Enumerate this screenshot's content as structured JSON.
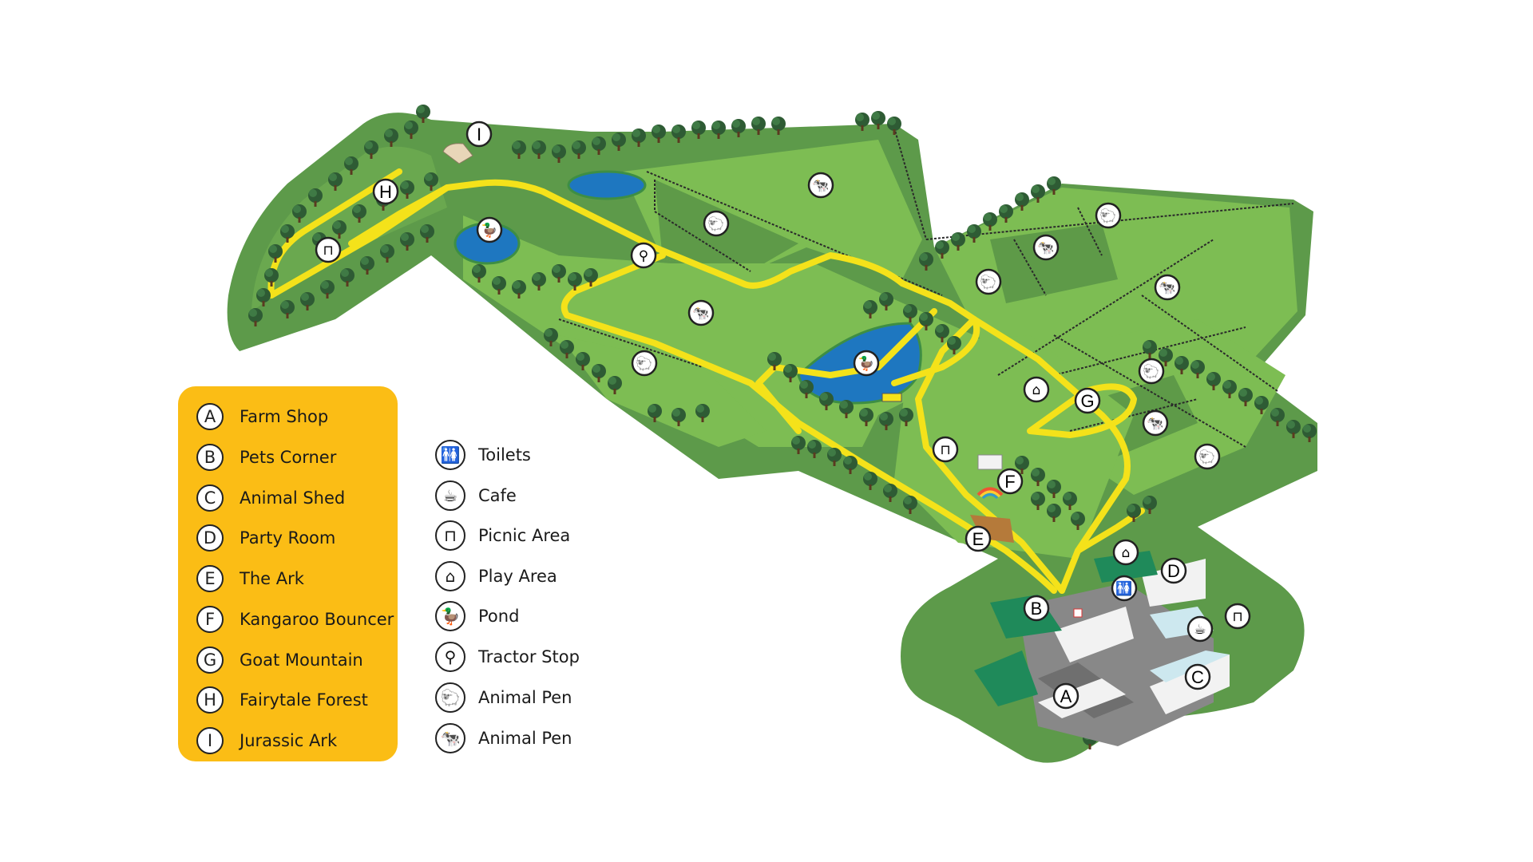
{
  "map": {
    "letter_markers": [
      "A",
      "B",
      "C",
      "D",
      "E",
      "F",
      "G",
      "H",
      "I"
    ],
    "colors": {
      "border": "#5d9a4a",
      "field": "#7dbd53",
      "field_dark": "#5e9a48",
      "path": "#f4e21a",
      "pond": "#1e77c0",
      "building": "#888888",
      "roof_green": "#1f8a5a"
    }
  },
  "legend_locations": {
    "title": "",
    "items": [
      {
        "letter": "A",
        "label": "Farm Shop"
      },
      {
        "letter": "B",
        "label": "Pets Corner"
      },
      {
        "letter": "C",
        "label": "Animal Shed"
      },
      {
        "letter": "D",
        "label": "Party Room"
      },
      {
        "letter": "E",
        "label": "The Ark"
      },
      {
        "letter": "F",
        "label": "Kangaroo Bouncer"
      },
      {
        "letter": "G",
        "label": "Goat Mountain"
      },
      {
        "letter": "H",
        "label": "Fairytale Forest"
      },
      {
        "letter": "I",
        "label": "Jurassic Ark"
      }
    ],
    "panel_color": "#fbbd15"
  },
  "legend_symbols": {
    "items": [
      {
        "icon": "toilets-icon",
        "glyph": "🚻",
        "label": "Toilets"
      },
      {
        "icon": "cafe-icon",
        "glyph": "☕",
        "label": "Cafe"
      },
      {
        "icon": "picnic-icon",
        "glyph": "⊓",
        "label": "Picnic Area"
      },
      {
        "icon": "play-area-icon",
        "glyph": "⌂",
        "label": "Play Area"
      },
      {
        "icon": "pond-icon",
        "glyph": "🦆",
        "label": "Pond"
      },
      {
        "icon": "tractor-stop-icon",
        "glyph": "⚲",
        "label": "Tractor Stop"
      },
      {
        "icon": "sheep-pen-icon",
        "glyph": "🐑",
        "label": "Animal Pen"
      },
      {
        "icon": "cow-pen-icon",
        "glyph": "🐄",
        "label": "Animal Pen"
      }
    ]
  }
}
